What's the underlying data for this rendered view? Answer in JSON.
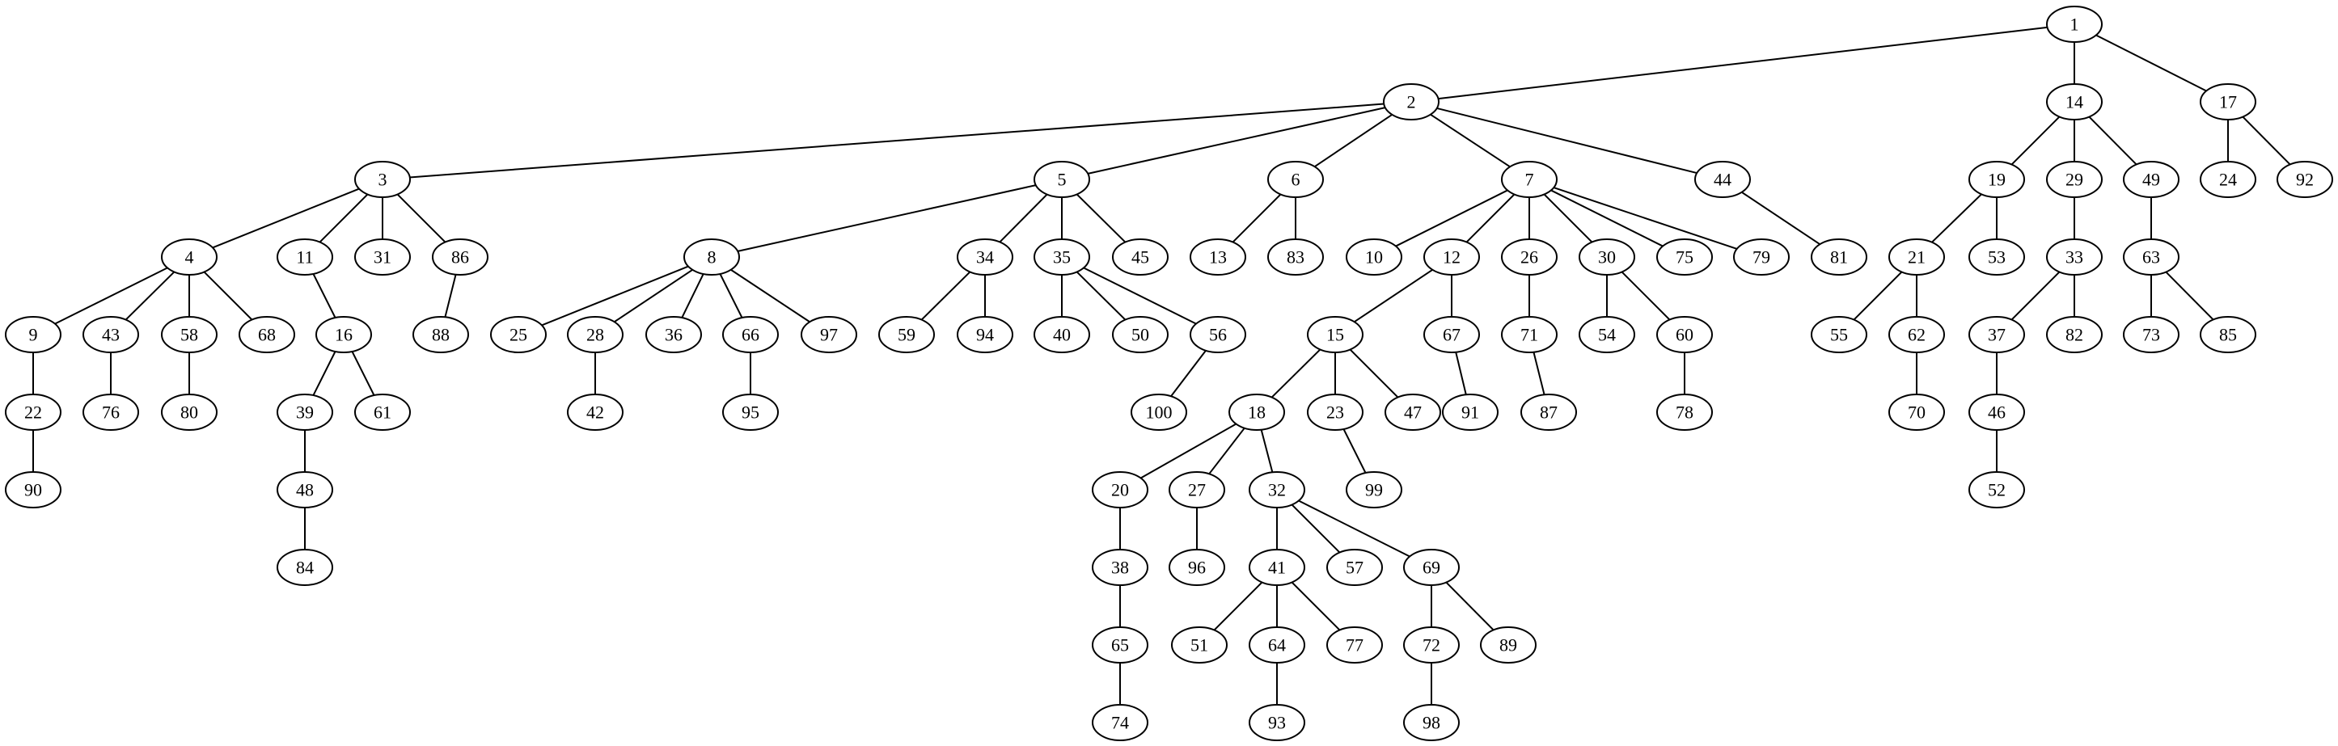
{
  "diagram": {
    "type": "tree",
    "colors": {
      "background": "#ffffff",
      "stroke": "#000000",
      "text": "#000000"
    },
    "nodes": [
      "1",
      "2",
      "3",
      "4",
      "5",
      "6",
      "7",
      "8",
      "9",
      "10",
      "11",
      "12",
      "13",
      "14",
      "15",
      "16",
      "17",
      "18",
      "19",
      "20",
      "21",
      "22",
      "23",
      "24",
      "25",
      "26",
      "27",
      "28",
      "29",
      "30",
      "31",
      "32",
      "33",
      "34",
      "35",
      "36",
      "37",
      "38",
      "39",
      "40",
      "41",
      "42",
      "43",
      "44",
      "45",
      "46",
      "47",
      "48",
      "49",
      "50",
      "51",
      "52",
      "53",
      "54",
      "55",
      "56",
      "57",
      "58",
      "59",
      "60",
      "61",
      "62",
      "63",
      "64",
      "65",
      "66",
      "67",
      "68",
      "69",
      "70",
      "71",
      "72",
      "73",
      "74",
      "75",
      "76",
      "77",
      "78",
      "79",
      "80",
      "81",
      "82",
      "83",
      "84",
      "85",
      "86",
      "87",
      "88",
      "89",
      "90",
      "91",
      "92",
      "93",
      "94",
      "95",
      "96",
      "97",
      "98",
      "99",
      "100"
    ],
    "edges": [
      [
        "1",
        "2"
      ],
      [
        "1",
        "14"
      ],
      [
        "1",
        "17"
      ],
      [
        "2",
        "3"
      ],
      [
        "2",
        "5"
      ],
      [
        "2",
        "6"
      ],
      [
        "2",
        "7"
      ],
      [
        "2",
        "44"
      ],
      [
        "3",
        "4"
      ],
      [
        "3",
        "11"
      ],
      [
        "3",
        "31"
      ],
      [
        "3",
        "86"
      ],
      [
        "4",
        "9"
      ],
      [
        "4",
        "43"
      ],
      [
        "4",
        "58"
      ],
      [
        "4",
        "68"
      ],
      [
        "9",
        "22"
      ],
      [
        "22",
        "90"
      ],
      [
        "43",
        "76"
      ],
      [
        "58",
        "80"
      ],
      [
        "11",
        "16"
      ],
      [
        "16",
        "39"
      ],
      [
        "16",
        "61"
      ],
      [
        "39",
        "48"
      ],
      [
        "48",
        "84"
      ],
      [
        "86",
        "88"
      ],
      [
        "5",
        "8"
      ],
      [
        "5",
        "34"
      ],
      [
        "5",
        "35"
      ],
      [
        "5",
        "45"
      ],
      [
        "8",
        "25"
      ],
      [
        "8",
        "28"
      ],
      [
        "8",
        "36"
      ],
      [
        "8",
        "66"
      ],
      [
        "8",
        "97"
      ],
      [
        "28",
        "42"
      ],
      [
        "66",
        "95"
      ],
      [
        "34",
        "59"
      ],
      [
        "34",
        "94"
      ],
      [
        "35",
        "40"
      ],
      [
        "35",
        "50"
      ],
      [
        "35",
        "56"
      ],
      [
        "56",
        "100"
      ],
      [
        "6",
        "13"
      ],
      [
        "6",
        "83"
      ],
      [
        "7",
        "10"
      ],
      [
        "7",
        "12"
      ],
      [
        "7",
        "26"
      ],
      [
        "7",
        "30"
      ],
      [
        "7",
        "75"
      ],
      [
        "7",
        "79"
      ],
      [
        "12",
        "15"
      ],
      [
        "12",
        "67"
      ],
      [
        "67",
        "91"
      ],
      [
        "15",
        "18"
      ],
      [
        "15",
        "23"
      ],
      [
        "15",
        "47"
      ],
      [
        "18",
        "20"
      ],
      [
        "18",
        "27"
      ],
      [
        "18",
        "32"
      ],
      [
        "20",
        "38"
      ],
      [
        "38",
        "65"
      ],
      [
        "65",
        "74"
      ],
      [
        "27",
        "96"
      ],
      [
        "32",
        "41"
      ],
      [
        "32",
        "57"
      ],
      [
        "32",
        "69"
      ],
      [
        "41",
        "51"
      ],
      [
        "41",
        "64"
      ],
      [
        "41",
        "77"
      ],
      [
        "64",
        "93"
      ],
      [
        "69",
        "72"
      ],
      [
        "69",
        "89"
      ],
      [
        "72",
        "98"
      ],
      [
        "23",
        "99"
      ],
      [
        "26",
        "71"
      ],
      [
        "71",
        "87"
      ],
      [
        "30",
        "54"
      ],
      [
        "30",
        "60"
      ],
      [
        "60",
        "78"
      ],
      [
        "44",
        "81"
      ],
      [
        "14",
        "19"
      ],
      [
        "14",
        "29"
      ],
      [
        "14",
        "49"
      ],
      [
        "19",
        "21"
      ],
      [
        "19",
        "53"
      ],
      [
        "21",
        "55"
      ],
      [
        "21",
        "62"
      ],
      [
        "62",
        "70"
      ],
      [
        "29",
        "33"
      ],
      [
        "33",
        "37"
      ],
      [
        "33",
        "82"
      ],
      [
        "37",
        "46"
      ],
      [
        "46",
        "52"
      ],
      [
        "49",
        "63"
      ],
      [
        "63",
        "73"
      ],
      [
        "63",
        "85"
      ],
      [
        "17",
        "24"
      ],
      [
        "17",
        "92"
      ]
    ]
  }
}
